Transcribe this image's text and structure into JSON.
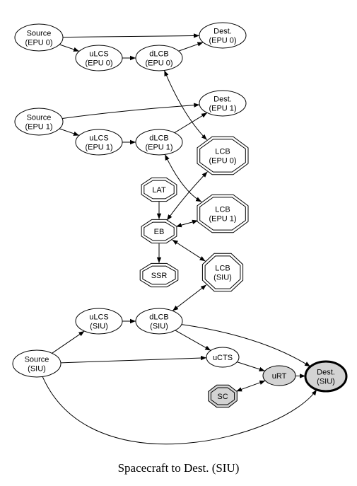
{
  "diagram": {
    "caption": "Spacecraft to Dest. (SIU)",
    "colors": {
      "stroke": "#000000",
      "fill": "#ffffff",
      "highlight_fill": "#d3d3d3"
    },
    "nodes": [
      {
        "id": "src_epu0",
        "lines": [
          "Source",
          "(EPU 0)"
        ]
      },
      {
        "id": "ulcs_epu0",
        "lines": [
          "uLCS",
          "(EPU 0)"
        ]
      },
      {
        "id": "dlcb_epu0",
        "lines": [
          "dLCB",
          "(EPU 0)"
        ]
      },
      {
        "id": "dest_epu0",
        "lines": [
          "Dest.",
          "(EPU 0)"
        ]
      },
      {
        "id": "src_epu1",
        "lines": [
          "Source",
          "(EPU 1)"
        ]
      },
      {
        "id": "ulcs_epu1",
        "lines": [
          "uLCS",
          "(EPU 1)"
        ]
      },
      {
        "id": "dlcb_epu1",
        "lines": [
          "dLCB",
          "(EPU 1)"
        ]
      },
      {
        "id": "dest_epu1",
        "lines": [
          "Dest.",
          "(EPU 1)"
        ]
      },
      {
        "id": "lcb_epu0",
        "lines": [
          "LCB",
          "(EPU 0)"
        ]
      },
      {
        "id": "lat",
        "lines": [
          "LAT"
        ]
      },
      {
        "id": "eb",
        "lines": [
          "EB"
        ]
      },
      {
        "id": "lcb_epu1",
        "lines": [
          "LCB",
          "(EPU 1)"
        ]
      },
      {
        "id": "ssr",
        "lines": [
          "SSR"
        ]
      },
      {
        "id": "lcb_siu",
        "lines": [
          "LCB",
          "(SIU)"
        ]
      },
      {
        "id": "ulcs_siu",
        "lines": [
          "uLCS",
          "(SIU)"
        ]
      },
      {
        "id": "dlcb_siu",
        "lines": [
          "dLCB",
          "(SIU)"
        ]
      },
      {
        "id": "src_siu",
        "lines": [
          "Source",
          "(SIU)"
        ]
      },
      {
        "id": "ucts",
        "lines": [
          "uCTS"
        ]
      },
      {
        "id": "urt",
        "lines": [
          "uRT"
        ]
      },
      {
        "id": "dest_siu",
        "lines": [
          "Dest.",
          "(SIU)"
        ]
      },
      {
        "id": "sc",
        "lines": [
          "SC"
        ]
      }
    ],
    "edges": [
      {
        "from": "src_epu0",
        "to": "dest_epu0",
        "direction": "forward"
      },
      {
        "from": "src_epu0",
        "to": "ulcs_epu0",
        "direction": "forward"
      },
      {
        "from": "ulcs_epu0",
        "to": "dlcb_epu0",
        "direction": "forward"
      },
      {
        "from": "dlcb_epu0",
        "to": "dest_epu0",
        "direction": "forward"
      },
      {
        "from": "dlcb_epu0",
        "to": "lcb_epu0",
        "direction": "both"
      },
      {
        "from": "src_epu1",
        "to": "dest_epu1",
        "direction": "forward"
      },
      {
        "from": "src_epu1",
        "to": "ulcs_epu1",
        "direction": "forward"
      },
      {
        "from": "ulcs_epu1",
        "to": "dlcb_epu1",
        "direction": "forward"
      },
      {
        "from": "dlcb_epu1",
        "to": "dest_epu1",
        "direction": "forward"
      },
      {
        "from": "dlcb_epu1",
        "to": "lcb_epu1",
        "direction": "both"
      },
      {
        "from": "lat",
        "to": "eb",
        "direction": "forward"
      },
      {
        "from": "eb",
        "to": "ssr",
        "direction": "forward"
      },
      {
        "from": "eb",
        "to": "lcb_epu0",
        "direction": "both"
      },
      {
        "from": "eb",
        "to": "lcb_epu1",
        "direction": "both"
      },
      {
        "from": "eb",
        "to": "lcb_siu",
        "direction": "both"
      },
      {
        "from": "dlcb_siu",
        "to": "lcb_siu",
        "direction": "both"
      },
      {
        "from": "src_siu",
        "to": "ulcs_siu",
        "direction": "forward"
      },
      {
        "from": "ulcs_siu",
        "to": "dlcb_siu",
        "direction": "forward"
      },
      {
        "from": "dlcb_siu",
        "to": "ucts",
        "direction": "forward"
      },
      {
        "from": "dlcb_siu",
        "to": "dest_siu",
        "direction": "forward"
      },
      {
        "from": "src_siu",
        "to": "ucts",
        "direction": "forward"
      },
      {
        "from": "ucts",
        "to": "urt",
        "direction": "forward"
      },
      {
        "from": "urt",
        "to": "dest_siu",
        "direction": "forward"
      },
      {
        "from": "sc",
        "to": "urt",
        "direction": "both"
      },
      {
        "from": "src_siu",
        "to": "dest_siu",
        "direction": "forward"
      }
    ]
  }
}
